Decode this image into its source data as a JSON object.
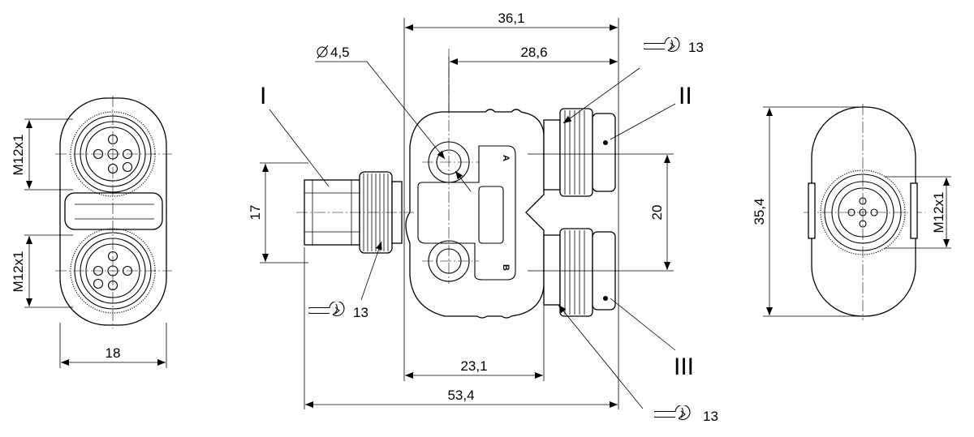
{
  "dimensions": {
    "left_thread_top": "M12x1",
    "left_thread_bottom": "M12x1",
    "left_width": "18",
    "top_width": "36,1",
    "top_inner": "28,6",
    "hole_diameter": "4,5",
    "height_left": "17",
    "pitch_right": "20",
    "bottom_inner": "23,1",
    "overall_length": "53,4",
    "right_height": "35,4",
    "right_thread": "M12x1"
  },
  "wrench_sizes": {
    "top_right": "13",
    "left_bottom": "13",
    "bottom_right": "13"
  },
  "port_labels": {
    "port_1": "I",
    "port_2": "II",
    "port_3": "III"
  },
  "body_markings": {
    "marking_a": "A",
    "marking_b": "B"
  },
  "icons": {
    "wrench": "wrench-icon",
    "diameter": "diameter-icon"
  }
}
